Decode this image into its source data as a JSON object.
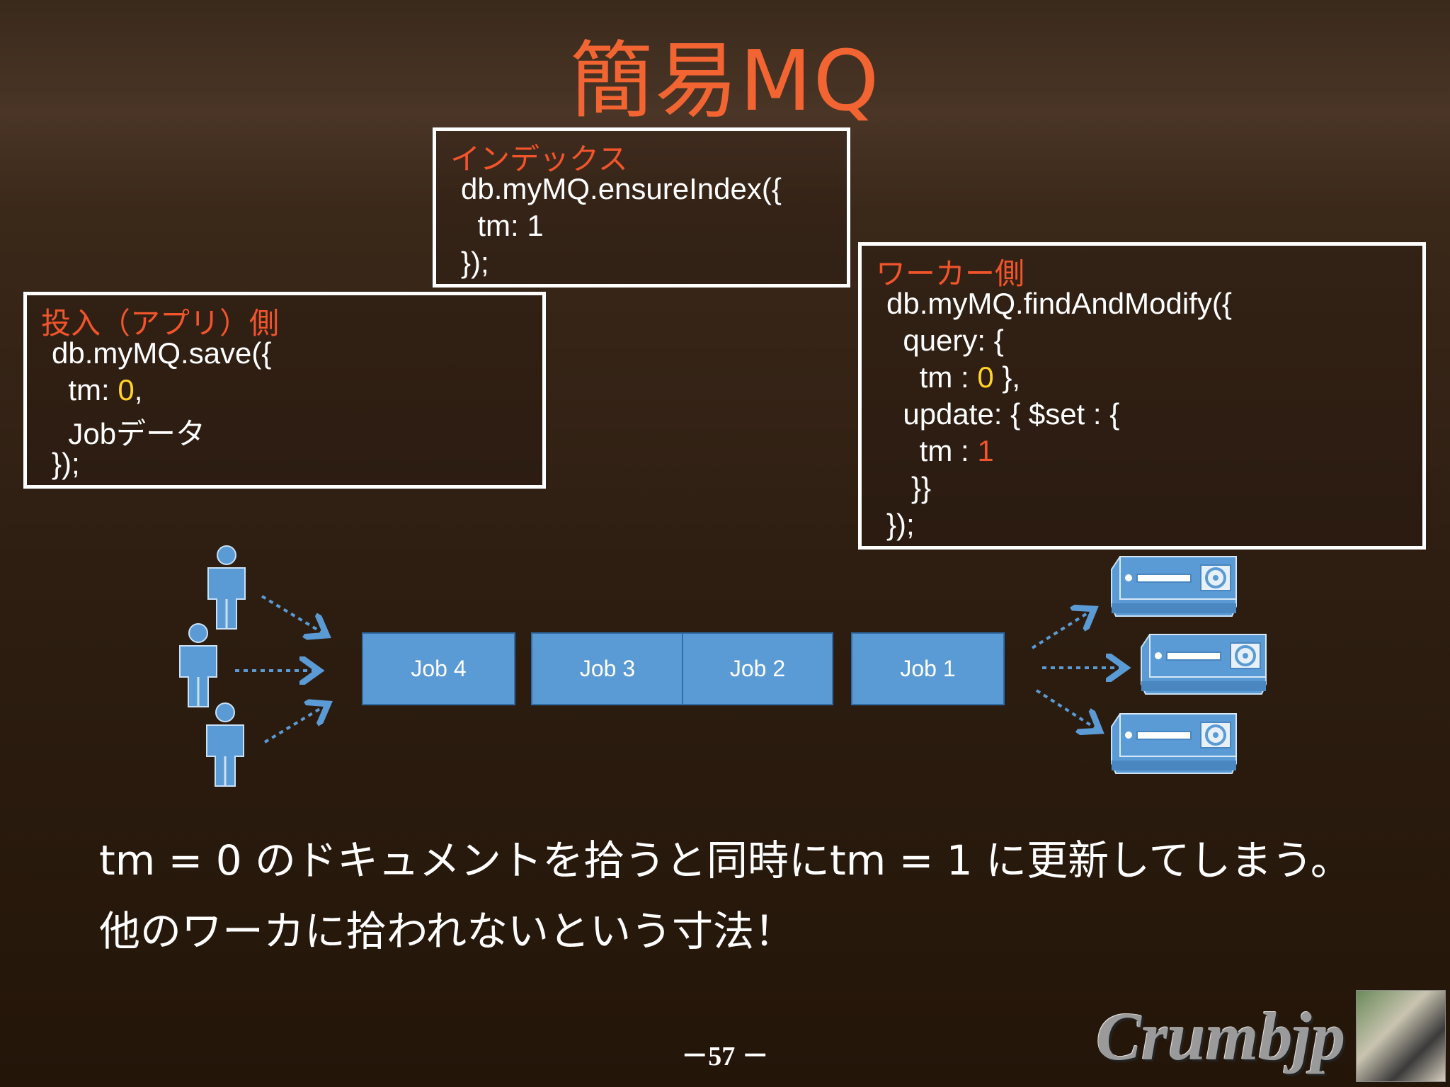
{
  "title": "簡易MQ",
  "index_box": {
    "label": "インデックス",
    "lines": [
      "db.myMQ.ensureIndex({",
      "  tm: 1",
      "});"
    ]
  },
  "insert_box": {
    "label": "投入（アプリ）側",
    "line1": "db.myMQ.save({",
    "line2_prefix": "  tm: ",
    "line2_value": "0",
    "line2_suffix": ",",
    "line3": "  Jobデータ",
    "line4": "});"
  },
  "worker_box": {
    "label": "ワーカー側",
    "line1": "db.myMQ.findAndModify({",
    "line2": "  query: {",
    "line3_prefix": "    tm : ",
    "line3_value": "0",
    "line3_suffix": " },",
    "line4": "  update: { $set : {",
    "line5_prefix": "    tm : ",
    "line5_value": "1",
    "line6": "   }}",
    "line7": "});"
  },
  "jobs": [
    "Job 4",
    "Job 3",
    "Job 2",
    "Job 1"
  ],
  "caption": {
    "line1": "tm = 0 のドキュメントを拾うと同時にtm = 1 に更新してしまう。",
    "line2": "他のワーカに拾われないという寸法！"
  },
  "page_number": "－57 －",
  "brand": "Crumbjp",
  "colors": {
    "title": "#f26532",
    "label": "#f2542b",
    "highlight": "#ffd22a",
    "job": "#5b9bd5"
  }
}
